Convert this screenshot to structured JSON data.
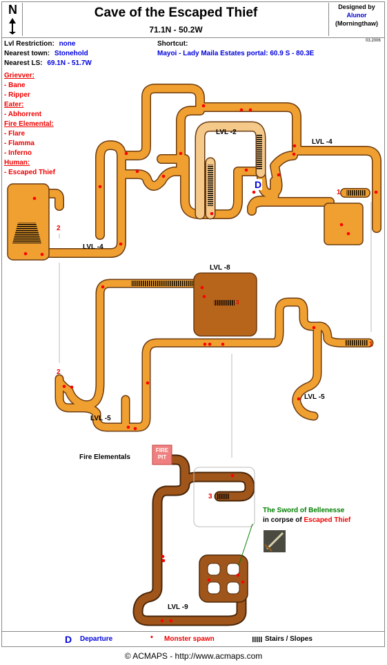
{
  "header": {
    "title": "Cave of the Escaped Thief",
    "coords": "71.1N - 50.2W",
    "compass": "N",
    "designed_by": "Designed by",
    "designer": "Alunor",
    "designer_server": "(Morningthaw)",
    "version": "03.2006"
  },
  "info": {
    "restriction_label": "Lvl Restriction:",
    "restriction_value": "none",
    "town_label": "Nearest town:",
    "town_value": "Stonehold",
    "ls_label": "Nearest LS:",
    "ls_value": "69.1N - 51.7W",
    "shortcut_label": "Shortcut:",
    "shortcut_value": "Mayoi - Lady Maila Estates portal: 60.9 S - 80.3E"
  },
  "enemies": [
    {
      "category": "Grievver:",
      "members": [
        "- Bane",
        "- Ripper"
      ]
    },
    {
      "category": "Eater:",
      "members": [
        "- Abhorrent"
      ]
    },
    {
      "category": "Fire Elemental:",
      "members": [
        "- Flare",
        "- Flamma",
        "- Inferno"
      ]
    },
    {
      "category": "Human:",
      "members": [
        "- Escaped Thief"
      ]
    }
  ],
  "map_labels": {
    "lvl2": "LVL -2",
    "lvl4_right": "LVL -4",
    "lvl4_left": "LVL -4",
    "lvl8": "LVL -8",
    "lvl5_right": "LVL -5",
    "lvl5_left": "LVL -5",
    "lvl9": "LVL -9",
    "departure_marker": "D",
    "link1_a": "1",
    "link1_b": "1",
    "link2_a": "2",
    "link2_b": "2",
    "link3_a": "3",
    "link3_b": "3",
    "fire_elementals": "Fire Elementals",
    "fire_pit_line1": "FIRE",
    "fire_pit_line2": "PIT",
    "sword_title": "The Sword of Bellenesse",
    "sword_in_corpse": "in corpse of",
    "sword_owner": "Escaped Thief"
  },
  "legend": {
    "departure_symbol": "D",
    "departure_label": "Departure",
    "spawn_label": "Monster spawn",
    "stairs_label": "Stairs / Slopes"
  },
  "footer": {
    "copyright": "© ACMAPS - http://www.acmaps.com"
  },
  "colors": {
    "tunnel_orange": "#f0a030",
    "tunnel_light": "#f5c98a",
    "tunnel_dark": "#b8651c",
    "tunnel_outline": "#6b3a10",
    "spawn": "#ff0000",
    "departure": "#0000dd",
    "fire_pit": "#f08080"
  }
}
